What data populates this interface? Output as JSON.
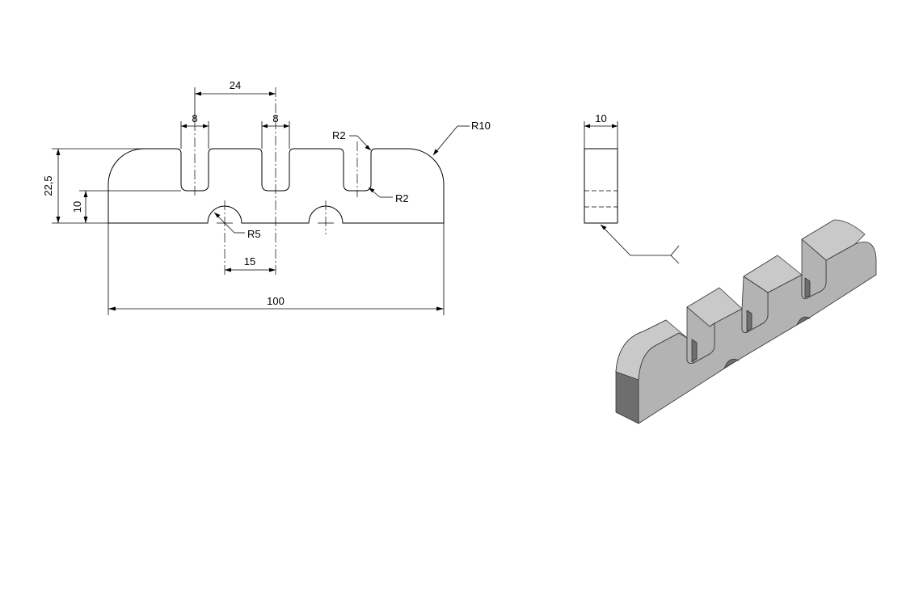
{
  "front_view": {
    "dimensions": {
      "slot_spacing": "24",
      "slot_width_left": "8",
      "slot_width_middle": "8",
      "total_height": "22,5",
      "slot_depth_height": "10",
      "fillet_small_top": "R2",
      "fillet_small_bottom": "R2",
      "corner_radius": "R10",
      "hole_radius": "R5",
      "hole_offset": "15",
      "overall_length": "100"
    }
  },
  "side_view": {
    "dimensions": {
      "thickness": "10"
    }
  },
  "iso_view": {
    "fill_light": "#c9c9c9",
    "fill_mid": "#b3b3b3",
    "fill_dark": "#6e6e6e"
  }
}
